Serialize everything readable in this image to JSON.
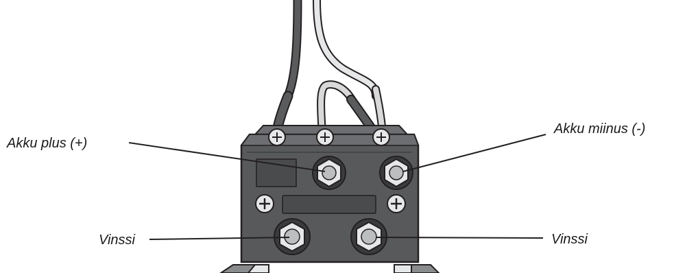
{
  "labels": {
    "battery_plus": "Akku plus (+)",
    "battery_minus": "Akku miinus (-)",
    "winch_left": "Vinssi",
    "winch_right": "Vinssi"
  },
  "colors": {
    "housing": "#58595b",
    "housing_top": "#6d6e71",
    "outline": "#231f20",
    "cable_dark": "#5a5b5d",
    "cable_light": "#d9d9d9",
    "terminal_metal": "#e6e7e8",
    "label_text": "#1a1a1a"
  }
}
